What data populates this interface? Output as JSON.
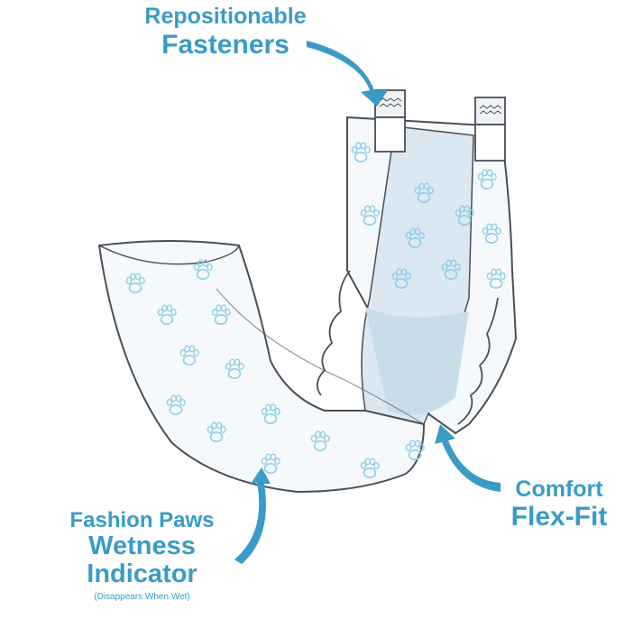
{
  "colors": {
    "accent": "#3a9bc6",
    "outline": "#4a4f55",
    "diaper_fill": "#f6f9fc",
    "inner_fill": "#dbe8f1",
    "paw": "#8fcfe6"
  },
  "icons": [
    "paw-print-icon",
    "curved-arrow-icon",
    "fastener-tab-icon"
  ],
  "callouts": {
    "fasteners": {
      "line1": "Repositionable",
      "line2": "Fasteners"
    },
    "flexfit": {
      "line1": "Comfort",
      "line2": "Flex-Fit"
    },
    "wetness": {
      "line1": "Fashion Paws",
      "line2": "Wetness",
      "line3": "Indicator",
      "note": "(Disappears When Wet)"
    }
  }
}
